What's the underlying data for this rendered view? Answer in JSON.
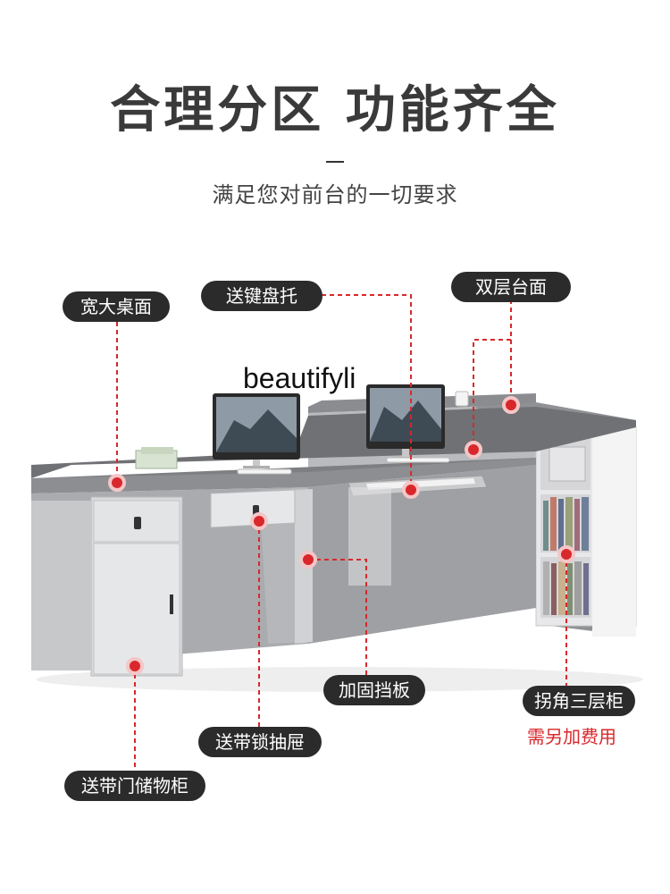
{
  "header": {
    "title": "合理分区  功能齐全",
    "subtitle": "满足您对前台的一切要求"
  },
  "watermark": "beautifyli",
  "labels": {
    "wide_desktop": "宽大桌面",
    "keyboard_tray": "送键盘托",
    "double_top": "双层台面",
    "reinforced_panel": "加固挡板",
    "corner_cabinet": "拐角三层柜",
    "lock_drawer": "送带锁抽屉",
    "storage_cabinet": "送带门储物柜"
  },
  "notes": {
    "extra_fee": "需另加费用"
  },
  "colors": {
    "accent_red": "#d8282c",
    "pill_bg": "#2b2b2b",
    "desk_top": "#7d7f82",
    "panel": "#a9abae",
    "cabinet": "#d9dadc"
  }
}
